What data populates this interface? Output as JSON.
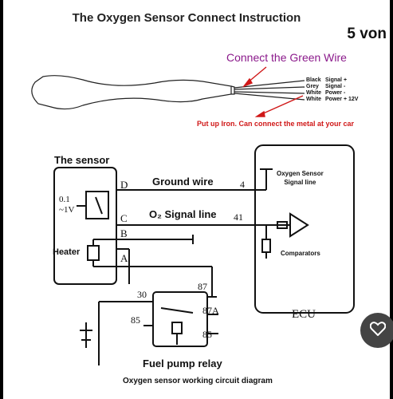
{
  "title": "The Oxygen Sensor Connect Instruction",
  "page_indicator": "5 von",
  "green_wire_note": "Connect the Green Wire",
  "iron_note": "Put up Iron. Can connect the metal at your car",
  "wires": [
    {
      "color": "Black",
      "function": "Signal +"
    },
    {
      "color": "Grey",
      "function": "Signal -"
    },
    {
      "color": "White",
      "function": "Power -"
    },
    {
      "color": "White",
      "function": "Power + 12V"
    }
  ],
  "sensor": {
    "title": "The sensor",
    "voltage": "0.1\n~1V",
    "heater_label": "Heater",
    "pins": [
      "D",
      "C",
      "B",
      "A"
    ]
  },
  "wire_labels": {
    "ground": "Ground wire",
    "signal": "O₂ Signal line",
    "ground_pin": "4",
    "signal_pin": "41"
  },
  "ecu": {
    "label": "ECU",
    "signal_line": "Oxygen Sensor\nSignal line",
    "comparators": "Comparators"
  },
  "relay": {
    "title": "Fuel pump relay",
    "pins": [
      "30",
      "85",
      "87",
      "87A",
      "85"
    ]
  },
  "caption": "Oxygen sensor working circuit diagram",
  "colors": {
    "accent": "#8b1a8b",
    "warning": "#d01818"
  },
  "icons": [
    "heart-icon"
  ]
}
